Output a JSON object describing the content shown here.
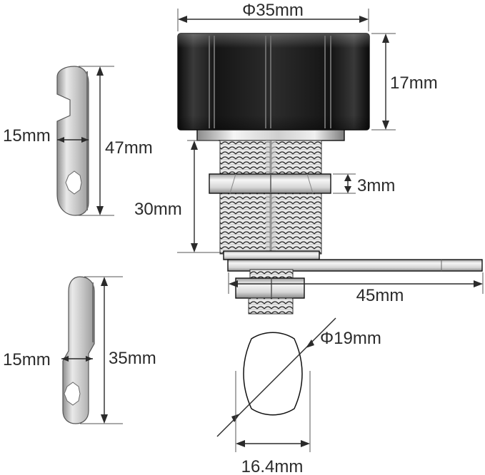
{
  "dimensions": {
    "knob_diameter": "Φ35mm",
    "knob_height": "17mm",
    "cam_long_width": "15mm",
    "cam_long_length": "47mm",
    "nut_thickness": "3mm",
    "thread_length": "30mm",
    "cam_arm_length": "45mm",
    "cam_short_width": "15mm",
    "cam_short_length": "35mm",
    "hole_diameter": "Φ19mm",
    "hole_flat_width": "16.4mm"
  },
  "colors": {
    "line": "#2b2b2b",
    "knob_dark": "#1b1b1b",
    "metal_light": "#f2f2f2",
    "metal_mid": "#bdbdbd",
    "metal_dark": "#7a7a7a"
  }
}
